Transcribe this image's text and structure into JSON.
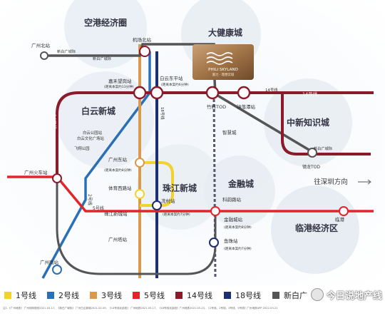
{
  "regions": [
    {
      "id": "airport",
      "label": "空港经济圈"
    },
    {
      "id": "health",
      "label": "大健康城"
    },
    {
      "id": "baiyun",
      "label": "白云新城"
    },
    {
      "id": "zhonxin",
      "label": "中新知识城"
    },
    {
      "id": "zhujiang",
      "label": "珠江新城"
    },
    {
      "id": "jinrong",
      "label": "金融城"
    },
    {
      "id": "lingang",
      "label": "临港经济区"
    }
  ],
  "brand": {
    "logo_text": "PHILI SKYLAND",
    "sub_text": "富力 · 理想云城"
  },
  "direction": "往深圳方向",
  "stations": [
    {
      "id": "gz_north",
      "label": "广州北站"
    },
    {
      "id": "airport_north",
      "label": "机场北站"
    },
    {
      "id": "jiahe",
      "label": "嘉禾望岗站"
    },
    {
      "id": "jiahe_sub",
      "label": "(距离本案约13分钟)"
    },
    {
      "id": "baiyun_west",
      "label": "白云东平站"
    },
    {
      "id": "baiyun_sub",
      "label": "(距离本案约6分钟)"
    },
    {
      "id": "zhuliao",
      "label": "竹料TOD"
    },
    {
      "id": "zhongluotan",
      "label": "钟落潭站"
    },
    {
      "id": "zhijie",
      "label": "智慧城"
    },
    {
      "id": "zhenlong",
      "label": "镇龙TOD"
    },
    {
      "id": "line14_top",
      "label": "14号线"
    },
    {
      "id": "line14_left",
      "label": "14号线"
    },
    {
      "id": "gz_railway",
      "label": "广州火车站"
    },
    {
      "id": "baiyun_park",
      "label": "白云公园站"
    },
    {
      "id": "baiyun_cultural",
      "label": "白云文化广场站"
    },
    {
      "id": "feixiang",
      "label": "飞翔公园"
    },
    {
      "id": "gz_east",
      "label": "广州东站"
    },
    {
      "id": "gz_east_sub",
      "label": "(距离本案约8分钟)"
    },
    {
      "id": "tiyu_west",
      "label": "体育西路站"
    },
    {
      "id": "zhujiang_town",
      "label": "珠江新城站"
    },
    {
      "id": "xiancun",
      "label": "冼村站"
    },
    {
      "id": "xiancun_sub",
      "label": "(距离本案约7分钟)"
    },
    {
      "id": "gz_tower",
      "label": "广州塔站"
    },
    {
      "id": "gz_south",
      "label": "广州南站"
    },
    {
      "id": "kejiyun",
      "label": "科韵路站"
    },
    {
      "id": "jinrong_stn",
      "label": "金融城站"
    },
    {
      "id": "jinrong_sub",
      "label": "(距离本案约8分钟)"
    },
    {
      "id": "lingang_stn",
      "label": "临港"
    },
    {
      "id": "yuzhu",
      "label": "鱼珠站"
    },
    {
      "id": "yuzhu_sub",
      "label": "(距离本案约7分钟)"
    },
    {
      "id": "line5_label",
      "label": "5号线"
    },
    {
      "id": "line2_label",
      "label": "2号线"
    },
    {
      "id": "newbai_top",
      "label": "新白广城际"
    },
    {
      "id": "newbai_right",
      "label": "新白广城际"
    },
    {
      "id": "line18_label",
      "label": "18号线"
    },
    {
      "id": "line14b_label",
      "label": "14号线"
    },
    {
      "id": "newbai_label2",
      "label": "新白广城际"
    }
  ],
  "legend": [
    {
      "label": "1号线",
      "color": "#f2d22e"
    },
    {
      "label": "2号线",
      "color": "#2a6fb8"
    },
    {
      "label": "3号线",
      "color": "#d99a4e"
    },
    {
      "label": "5号线",
      "color": "#e1252a"
    },
    {
      "label": "14号线",
      "color": "#8b1a2b"
    },
    {
      "label": "18号线",
      "color": "#1d2f6f"
    },
    {
      "label": "新白广",
      "color": "#555555"
    }
  ],
  "note": "注1.《广州地铁》 广州线网规划2021-03-17、《新白广城际》 广州白云新城2021-02-09、《14号线北延段》 广州地铁2021-05-17、《18号线北延段》广州地铁2021-05-23、《1号线、2号线、3号线、5号线》广州地铁APP 2022-03-21",
  "watermark": "今日说地产线"
}
